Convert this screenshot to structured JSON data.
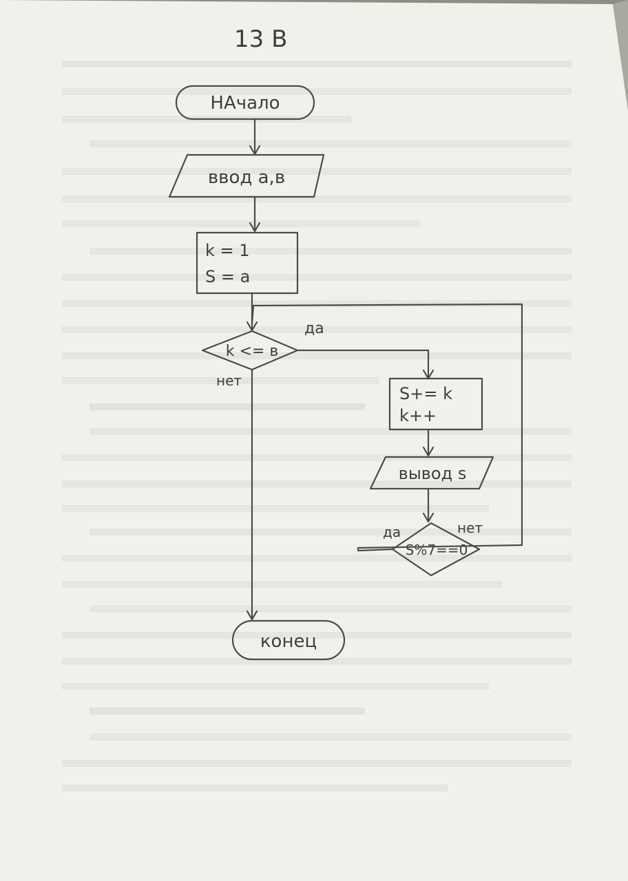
{
  "page": {
    "title": "13 B",
    "paper_color": "#f2f2ee",
    "ink_color": "#4a4a4a"
  },
  "flowchart": {
    "start": "НАчало",
    "input": "ввод а,в",
    "init_line1": "k = 1",
    "init_line2": "S = a",
    "loop_condition": "k <= в",
    "loop_yes": "да",
    "loop_no": "нет",
    "body_line1": "S+= k",
    "body_line2": "k++",
    "output": "вывод s",
    "check_condition": "S%7==0",
    "check_yes": "да",
    "check_no": "нет",
    "end": "конец"
  }
}
